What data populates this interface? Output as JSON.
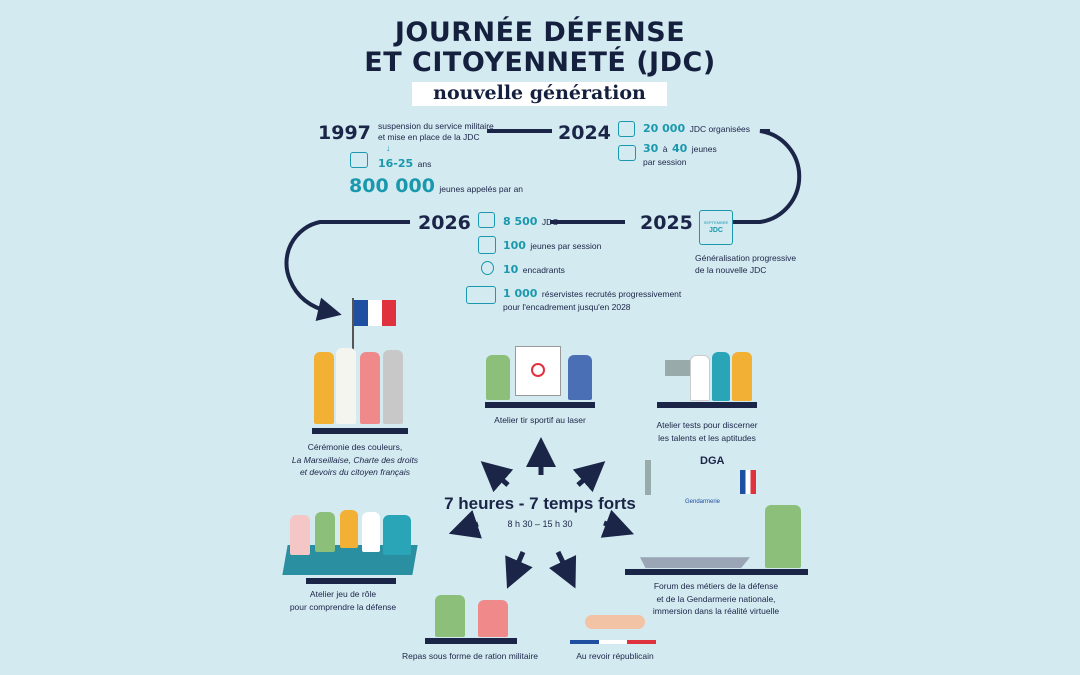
{
  "title": {
    "line1": "JOURNÉE DÉFENSE",
    "line2": "ET CITOYENNETÉ (JDC)",
    "subtitle": "nouvelle génération"
  },
  "timeline": {
    "y1997": {
      "year": "1997",
      "text1": "suspension du service militaire",
      "text2": "et mise en place de la JDC",
      "age_value": "16-25",
      "age_unit": "ans",
      "count_value": "800 000",
      "count_text": "jeunes appelés par an"
    },
    "y2024": {
      "year": "2024",
      "jdc_value": "20 000",
      "jdc_text": "JDC organisées",
      "youth_value1": "30",
      "youth_sep": "à",
      "youth_value2": "40",
      "youth_text1": "jeunes",
      "youth_text2": "par session"
    },
    "y2025": {
      "year": "2025",
      "calendar_month": "SEPTEMBRE",
      "calendar_label": "JDC",
      "text1": "Généralisation progressive",
      "text2": "de la nouvelle JDC"
    },
    "y2026": {
      "year": "2026",
      "jdc_value": "8 500",
      "jdc_text": "JDC",
      "youth_value": "100",
      "youth_text": "jeunes par session",
      "staff_value": "10",
      "staff_text": "encadrants",
      "reserve_value": "1 000",
      "reserve_text1": "réservistes recrutés progressivement",
      "reserve_text2": "pour l'encadrement jusqu'en 2028"
    }
  },
  "center": {
    "title": "7 heures - 7 temps forts",
    "hours": "8 h 30 – 15 h 30"
  },
  "activities": {
    "ceremony": [
      "Cérémonie des couleurs,",
      "La Marseillaise, Charte des droits",
      "et devoirs du citoyen français"
    ],
    "laser": [
      "Atelier tir sportif au laser"
    ],
    "tests": [
      "Atelier tests pour discerner",
      "les talents et les aptitudes"
    ],
    "roleplay": [
      "Atelier jeu de rôle",
      "pour comprendre la défense"
    ],
    "forum": [
      "Forum des métiers de la défense",
      "et de la Gendarmerie nationale,",
      "immersion dans la réalité virtuelle"
    ],
    "meal": [
      "Repas sous forme de ration militaire"
    ],
    "farewell": [
      "Au revoir républicain"
    ]
  },
  "forum_logos": {
    "dga": "DGA",
    "gendarmerie": "Gendarmerie"
  },
  "colors": {
    "navy": "#1b2547",
    "teal": "#1a98ad",
    "background": "#d3eaf1",
    "flag_blue": "#1f4fa0",
    "flag_red": "#e0313f"
  }
}
